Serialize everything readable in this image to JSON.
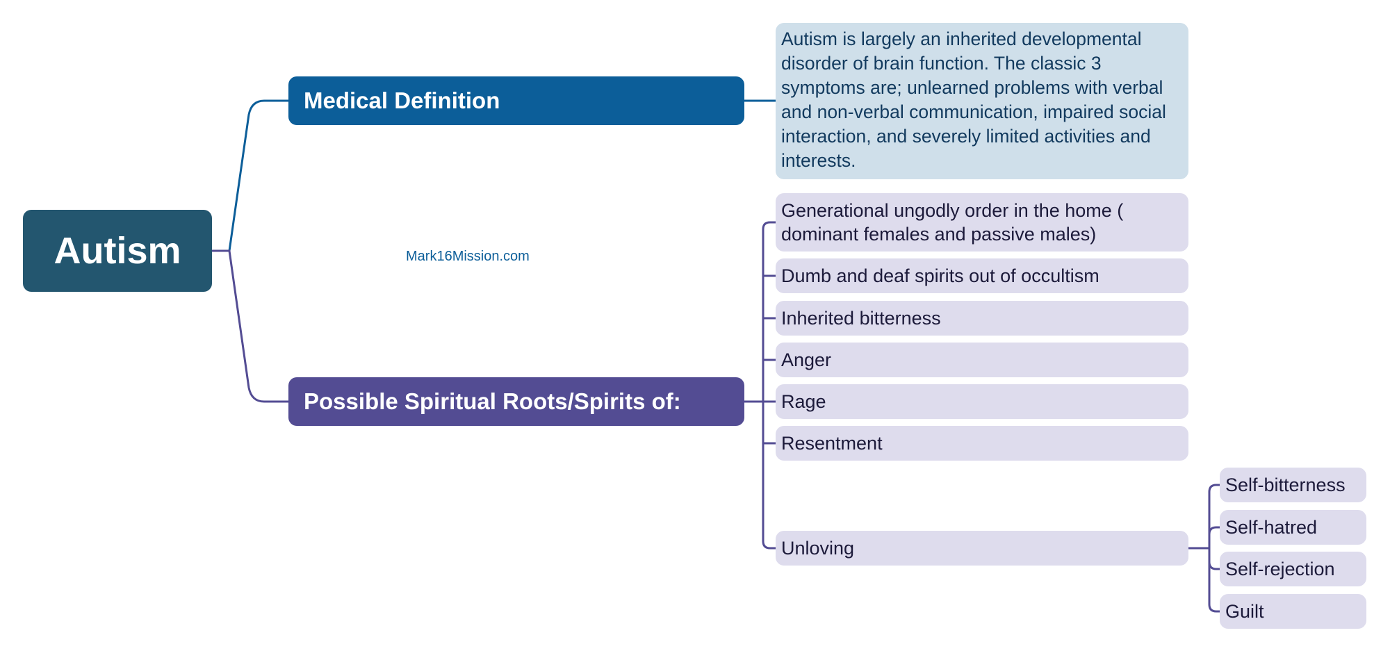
{
  "root": {
    "label": "Autism"
  },
  "watermark": "Mark16Mission.com",
  "medical": {
    "label": "Medical Definition",
    "definition": "Autism is largely an inherited developmental disorder of brain function. The classic 3 symptoms are; unlearned problems with verbal and non-verbal communication, impaired social interaction, and severely limited activities and interests."
  },
  "spiritual": {
    "label": "Possible Spiritual Roots/Spirits of:",
    "items": [
      "Generational ungodly order in the home ( dominant females and passive males)",
      "Dumb and deaf spirits out of occultism",
      "Inherited bitterness",
      "Anger",
      "Rage",
      "Resentment",
      "Unloving"
    ],
    "unloving_children": [
      "Self-bitterness",
      "Self-hatred",
      "Self-rejection",
      "Guilt"
    ]
  },
  "colors": {
    "root": "#23566f",
    "medical": "#0c5e99",
    "spiritual": "#534c93",
    "definition_bg": "#cfdfea",
    "item_bg": "#dedced"
  }
}
